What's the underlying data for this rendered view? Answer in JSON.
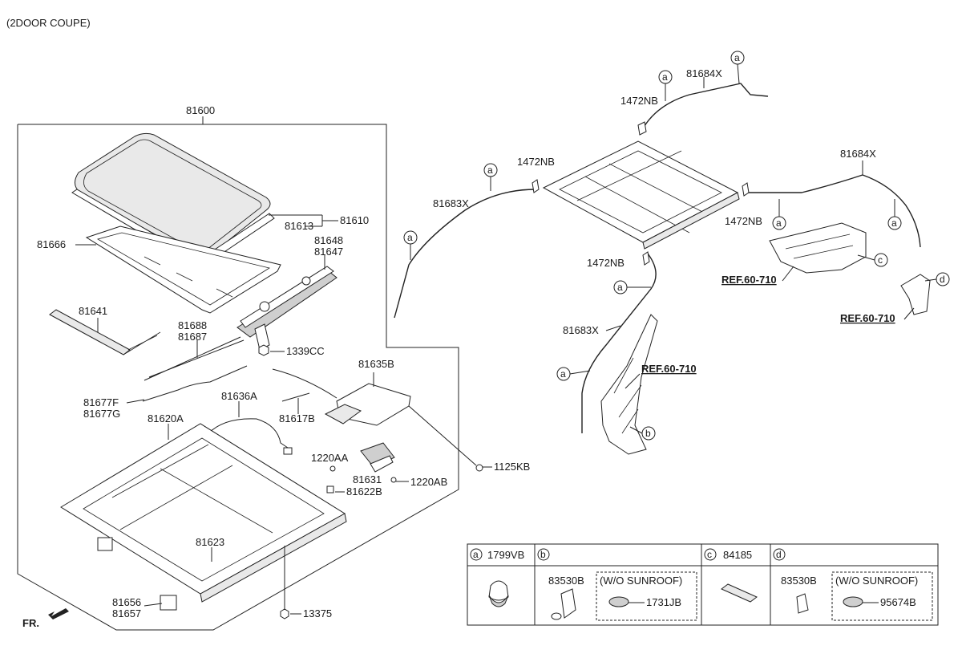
{
  "header": {
    "variant_note": "(2DOOR COUPE)"
  },
  "labels": {
    "p81600": "81600",
    "p81610": "81610",
    "p81613": "81613",
    "p81666": "81666",
    "p81648": "81648",
    "p81647": "81647",
    "p81641": "81641",
    "p81688": "81688",
    "p81687": "81687",
    "p1339CC": "1339CC",
    "p81635B": "81635B",
    "p81677F": "81677F",
    "p81677G": "81677G",
    "p81636A": "81636A",
    "p81617B": "81617B",
    "p81620A": "81620A",
    "p1220AA": "1220AA",
    "p81631": "81631",
    "p1220AB": "1220AB",
    "p1125KB": "1125KB",
    "p81622B": "81622B",
    "p81623": "81623",
    "p81656": "81656",
    "p81657": "81657",
    "p13375": "13375",
    "fr": "FR.",
    "p1472NB_top": "1472NB",
    "p1472NB_left": "1472NB",
    "p1472NB_right": "1472NB",
    "p1472NB_mid": "1472NB",
    "p81684X_top": "81684X",
    "p81684X_right": "81684X",
    "p81683X_left": "81683X",
    "p81683X_mid": "81683X",
    "circle_a": "a",
    "circle_b": "b",
    "circle_c": "c",
    "circle_d": "d",
    "ref_1": "REF.60-710",
    "ref_2": "REF.60-710",
    "ref_3": "REF.60-710"
  },
  "legend": {
    "a": {
      "letter": "a",
      "part": "1799VB"
    },
    "b": {
      "letter": "b",
      "part": "83530B",
      "option_note": "(W/O SUNROOF)",
      "option_part": "1731JB"
    },
    "c": {
      "letter": "c",
      "part": "84185"
    },
    "d": {
      "letter": "d",
      "part": "83530B",
      "option_note": "(W/O SUNROOF)",
      "option_part": "95674B"
    }
  }
}
